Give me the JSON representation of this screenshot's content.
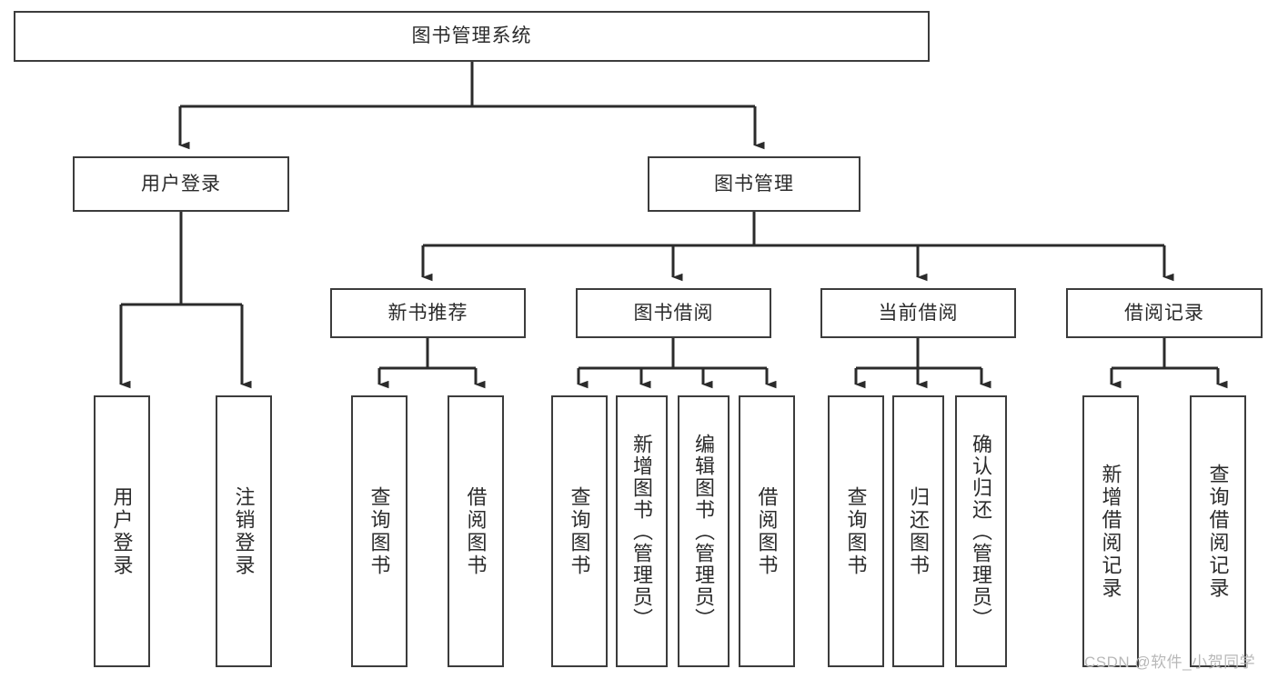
{
  "diagram": {
    "title": "图书管理系统",
    "type": "tree",
    "theme": {
      "background": "#ffffff",
      "box_border": "#3c3c3c",
      "box_fill": "#ffffff",
      "edge_color": "#2b2b2b",
      "text_color": "#2b2b2b",
      "watermark_color": "#b8b8b8"
    },
    "root": {
      "id": "root",
      "label": "图书管理系统",
      "orientation": "horizontal"
    },
    "level2": [
      {
        "id": "user-login",
        "label": "用户登录",
        "orientation": "horizontal"
      },
      {
        "id": "book-manage",
        "label": "图书管理",
        "orientation": "horizontal"
      }
    ],
    "level3": [
      {
        "id": "new-book-recommend",
        "label": "新书推荐",
        "orientation": "horizontal",
        "parent": "book-manage"
      },
      {
        "id": "book-borrow",
        "label": "图书借阅",
        "orientation": "horizontal",
        "parent": "book-manage"
      },
      {
        "id": "current-borrow",
        "label": "当前借阅",
        "orientation": "horizontal",
        "parent": "book-manage"
      },
      {
        "id": "borrow-record",
        "label": "借阅记录",
        "orientation": "horizontal",
        "parent": "book-manage"
      }
    ],
    "leaves": [
      {
        "id": "leaf-user-login",
        "label": "用户登录",
        "orientation": "vertical",
        "parent": "user-login",
        "tall": false
      },
      {
        "id": "leaf-logout-login",
        "label": "注销登录",
        "orientation": "vertical",
        "parent": "user-login",
        "tall": false
      },
      {
        "id": "leaf-query-book-1",
        "label": "查询图书",
        "orientation": "vertical",
        "parent": "new-book-recommend",
        "tall": false
      },
      {
        "id": "leaf-borrow-book-1",
        "label": "借阅图书",
        "orientation": "vertical",
        "parent": "new-book-recommend",
        "tall": false
      },
      {
        "id": "leaf-query-book-2",
        "label": "查询图书",
        "orientation": "vertical",
        "parent": "book-borrow",
        "tall": false
      },
      {
        "id": "leaf-add-book-admin",
        "label": "新增图书（管理员）",
        "orientation": "vertical",
        "parent": "book-borrow",
        "tall": true
      },
      {
        "id": "leaf-edit-book-admin",
        "label": "编辑图书（管理员）",
        "orientation": "vertical",
        "parent": "book-borrow",
        "tall": true
      },
      {
        "id": "leaf-borrow-book-2",
        "label": "借阅图书",
        "orientation": "vertical",
        "parent": "book-borrow",
        "tall": false
      },
      {
        "id": "leaf-query-book-3",
        "label": "查询图书",
        "orientation": "vertical",
        "parent": "current-borrow",
        "tall": false
      },
      {
        "id": "leaf-return-book",
        "label": "归还图书",
        "orientation": "vertical",
        "parent": "current-borrow",
        "tall": false
      },
      {
        "id": "leaf-confirm-return-admin",
        "label": "确认归还（管理员）",
        "orientation": "vertical",
        "parent": "current-borrow",
        "tall": true
      },
      {
        "id": "leaf-add-borrow-record",
        "label": "新增借阅记录",
        "orientation": "vertical",
        "parent": "borrow-record",
        "tall": false
      },
      {
        "id": "leaf-query-borrow-record",
        "label": "查询借阅记录",
        "orientation": "vertical",
        "parent": "borrow-record",
        "tall": false
      }
    ],
    "watermark": "CSDN @软件_小贺同学"
  }
}
